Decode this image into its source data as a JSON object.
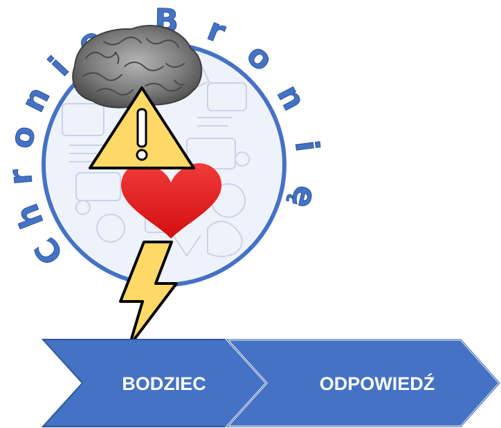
{
  "logo": {
    "curved_text_left": "Chronie",
    "curved_text_right": "Bronię"
  },
  "icons": {
    "brain": "brain-icon",
    "warning": "warning-icon",
    "heart": "heart-icon",
    "lightning": "lightning-icon"
  },
  "process": {
    "steps": [
      {
        "label": "BODZIEC"
      },
      {
        "label": "ODPOWIEDŹ"
      }
    ]
  },
  "colors": {
    "chevron_fill": "#4472c4",
    "chevron_stroke": "#2f5597",
    "warning_fill": "#ffd966",
    "heart_fill": "#e81c1c",
    "lightning_fill": "#ffd966",
    "text_on_chevron": "#ffffff"
  }
}
